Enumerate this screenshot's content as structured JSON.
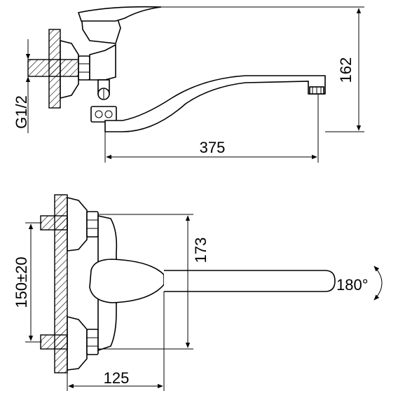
{
  "dimensions": {
    "side_height": "162",
    "side_length": "375",
    "thread_size": "G1/2",
    "center_distance": "150±20",
    "front_height": "173",
    "projection": "125",
    "rotation": "180°"
  }
}
